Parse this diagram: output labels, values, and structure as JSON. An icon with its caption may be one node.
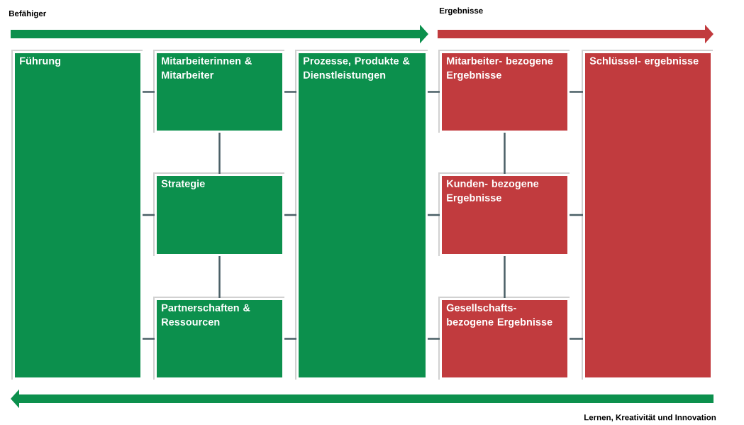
{
  "diagram": {
    "nodes": [
      {
        "text": [
          "Führung"
        ]
      },
      {
        "text": [
          "Mitarbeiterinnen & Mitarbeiter"
        ]
      },
      {
        "text": [
          "Strategie"
        ]
      },
      {
        "text": [
          "Partnerschaften & Ressourcen"
        ]
      },
      {
        "text": [
          "Prozesse, Produkte & Dienstleistungen"
        ]
      },
      {
        "text": [
          "Mitarbeiter- bezogene Ergebnisse"
        ]
      },
      {
        "text": [
          "Kunden- bezogene Ergebnisse"
        ]
      },
      {
        "text": [
          "Gesellschafts- bezogene Ergebnisse"
        ]
      },
      {
        "text": [
          "Schlüssel- ergebnisse"
        ]
      }
    ],
    "edges": [
      {
        "from": 0,
        "to": 1,
        "arrow": "none"
      },
      {
        "from": 0,
        "to": 2,
        "arrow": "none"
      },
      {
        "from": 0,
        "to": 3,
        "arrow": "none"
      },
      {
        "from": 1,
        "to": 2,
        "arrow": "none"
      },
      {
        "from": 2,
        "to": 3,
        "arrow": "none"
      },
      {
        "from": 1,
        "to": 4,
        "arrow": "none"
      },
      {
        "from": 2,
        "to": 4,
        "arrow": "none"
      },
      {
        "from": 3,
        "to": 4,
        "arrow": "none"
      },
      {
        "from": 4,
        "to": 5,
        "arrow": "none"
      },
      {
        "from": 4,
        "to": 6,
        "arrow": "none"
      },
      {
        "from": 4,
        "to": 7,
        "arrow": "none"
      },
      {
        "from": 5,
        "to": 6,
        "arrow": "none"
      },
      {
        "from": 6,
        "to": 7,
        "arrow": "none"
      },
      {
        "from": 5,
        "to": 8,
        "arrow": "none"
      },
      {
        "from": 6,
        "to": 8,
        "arrow": "none"
      },
      {
        "from": 7,
        "to": 8,
        "arrow": "none"
      }
    ],
    "labels": [
      "Befähiger",
      "Ergebnisse",
      "Lernen, Kreativität und Innovation"
    ]
  }
}
